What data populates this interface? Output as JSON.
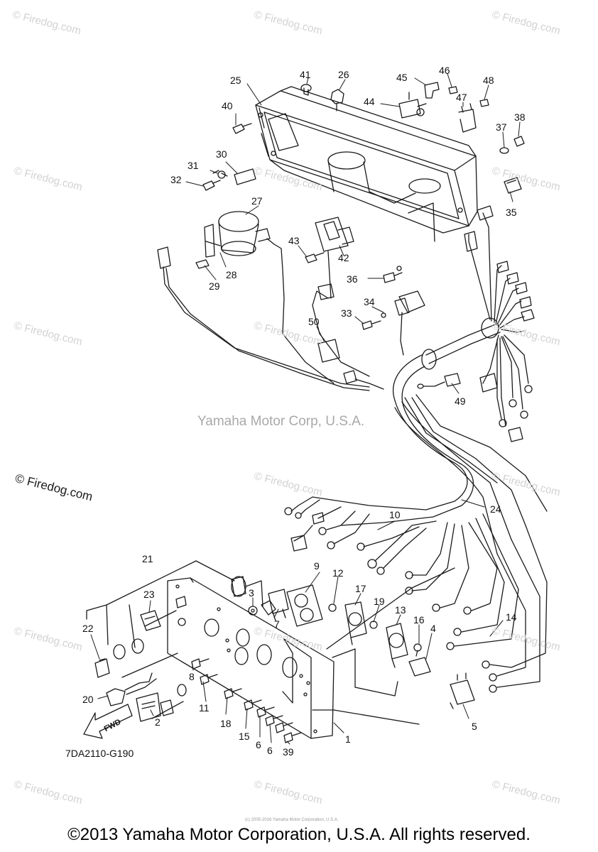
{
  "diagram_code": "7DA2110-G190",
  "center_watermark": "Yamaha Motor Corp, U.S.A.",
  "watermark": "© Firedog.com",
  "copyright": "©2013 Yamaha Motor Corporation, U.S.A. All rights reserved.",
  "small_print": "(c) 2005-2016 Yamaha Motor Corporation, U.S.A.",
  "fwd_label": "FWD",
  "part_numbers": [
    "25",
    "41",
    "26",
    "45",
    "46",
    "48",
    "44",
    "47",
    "40",
    "38",
    "37",
    "30",
    "31",
    "32",
    "35",
    "27",
    "43",
    "42",
    "28",
    "29",
    "36",
    "34",
    "33",
    "50",
    "49",
    "24",
    "10",
    "21",
    "9",
    "12",
    "17",
    "19",
    "13",
    "16",
    "4",
    "23",
    "3",
    "7",
    "22",
    "14",
    "8",
    "11",
    "20",
    "18",
    "15",
    "6",
    "6",
    "1",
    "2",
    "5",
    "39"
  ],
  "colors": {
    "line": "#1a1a1a",
    "watermark": "#d2d2d2",
    "background": "#ffffff"
  }
}
